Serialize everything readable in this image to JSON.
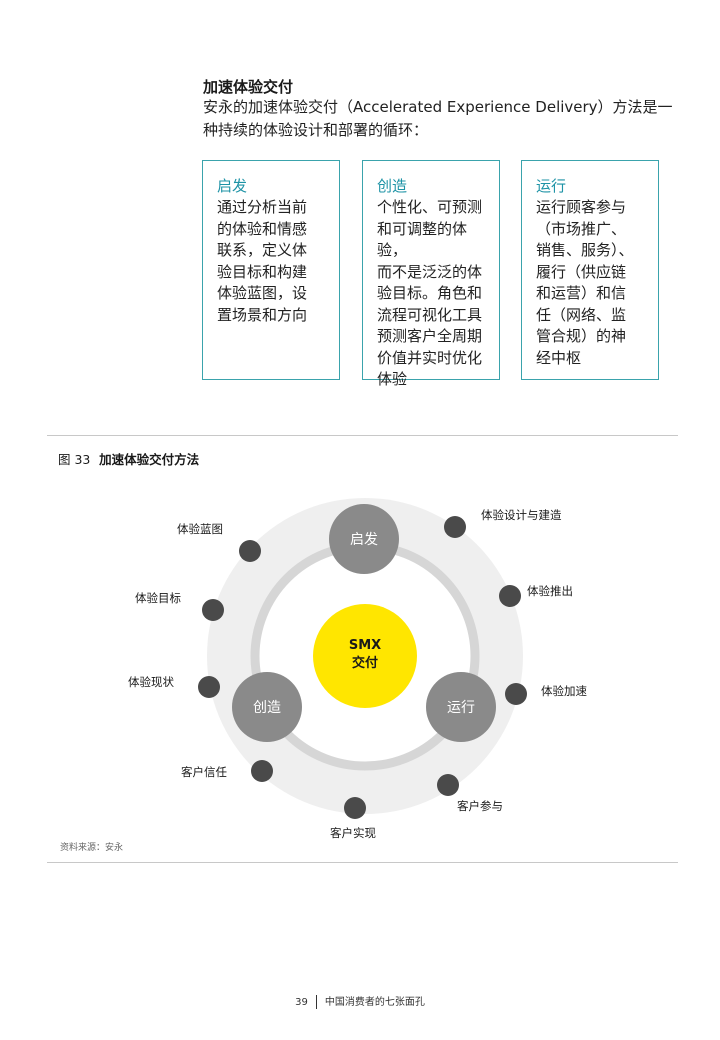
{
  "heading": "加速体验交付",
  "intro": "安永的加速体验交付（Accelerated Experience Delivery）方法是一种持续的体验设计和部署的循环：",
  "boxes": [
    {
      "title": "启发",
      "lines": [
        "通过分析当前",
        "的体验和情感",
        "联系，定义体",
        "验目标和构建",
        "体验蓝图，设",
        "置场景和方向"
      ]
    },
    {
      "title": "创造",
      "lines": [
        "个性化、可预测",
        "和可调整的体验，",
        "而不是泛泛的体",
        "验目标。角色和",
        "流程可视化工具",
        "预测客户全周期",
        "价值并实时优化",
        "体验"
      ]
    },
    {
      "title": "运行",
      "lines": [
        "运行顾客参与",
        "（市场推广、",
        "销售、服务）、",
        "履行（供应链",
        "和运营）和信",
        "任（网络、监",
        "管合规）的神",
        "经中枢"
      ]
    }
  ],
  "figure": {
    "number": "图 33",
    "title": "加速体验交付方法",
    "center_line1": "SMX",
    "center_line2": "交付",
    "nodes": [
      "启发",
      "创造",
      "运行"
    ],
    "labels": [
      "体验蓝图",
      "体验目标",
      "体验现状",
      "客户信任",
      "客户实现",
      "客户参与",
      "体验加速",
      "体验推出",
      "体验设计与建造"
    ],
    "source": "资料来源：安永"
  },
  "footer": {
    "page": "39",
    "title": "中国消费者的七张面孔"
  },
  "colors": {
    "accent_teal": "#1e93a6",
    "box_border": "#3aa3ac",
    "center_yellow": "#ffe600",
    "node_gray": "#8a8a8a",
    "dot_dark": "#4a4a4a"
  }
}
